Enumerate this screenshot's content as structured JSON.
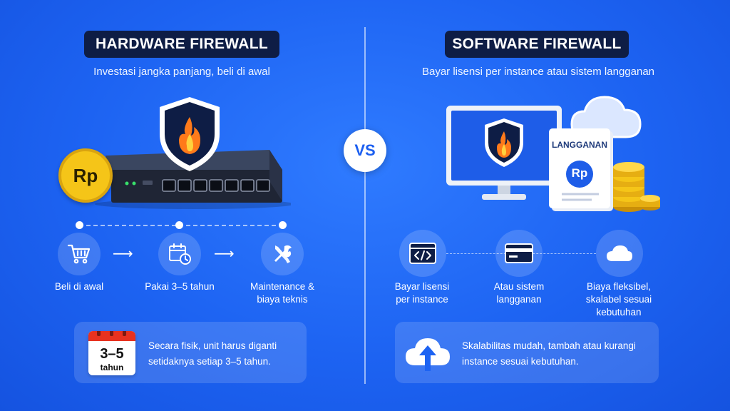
{
  "left": {
    "title": "HARDWARE FIREWALL",
    "subtitle": "Investasi jangka panjang, beli di awal",
    "coin_label": "Rp",
    "steps": [
      {
        "label": "Beli di awal",
        "icon": "cart-icon"
      },
      {
        "label": "Pakai 3–5 tahun",
        "icon": "calendar-clock-icon"
      },
      {
        "label": "Maintenance &\nbiaya teknis",
        "icon": "tools-icon"
      }
    ],
    "calendar": {
      "value": "3–5",
      "unit": "tahun"
    },
    "note": "Secara fisik, unit harus diganti setidaknya setiap 3–5 tahun."
  },
  "vs_label": "VS",
  "right": {
    "title": "SOFTWARE FIREWALL",
    "subtitle": "Bayar lisensi per instance atau sistem langganan",
    "card_title": "LANGGANAN",
    "card_coin": "Rp",
    "steps": [
      {
        "label": "Bayar lisensi\nper instance",
        "icon": "code-icon"
      },
      {
        "label": "Atau sistem\nlangganan",
        "icon": "credit-card-icon"
      },
      {
        "label": "Biaya fleksibel,\nskalabel sesuai\nkebutuhan",
        "icon": "cloud-icon"
      }
    ],
    "note": "Skalabilitas mudah, tambah atau kurangi instance sesuai kebutuhan."
  },
  "colors": {
    "background": "#1d63f2",
    "badge": "#0e1d45",
    "shield": "#0e1d45",
    "flame": "#ff7a1a",
    "coin": "#f5c518"
  }
}
